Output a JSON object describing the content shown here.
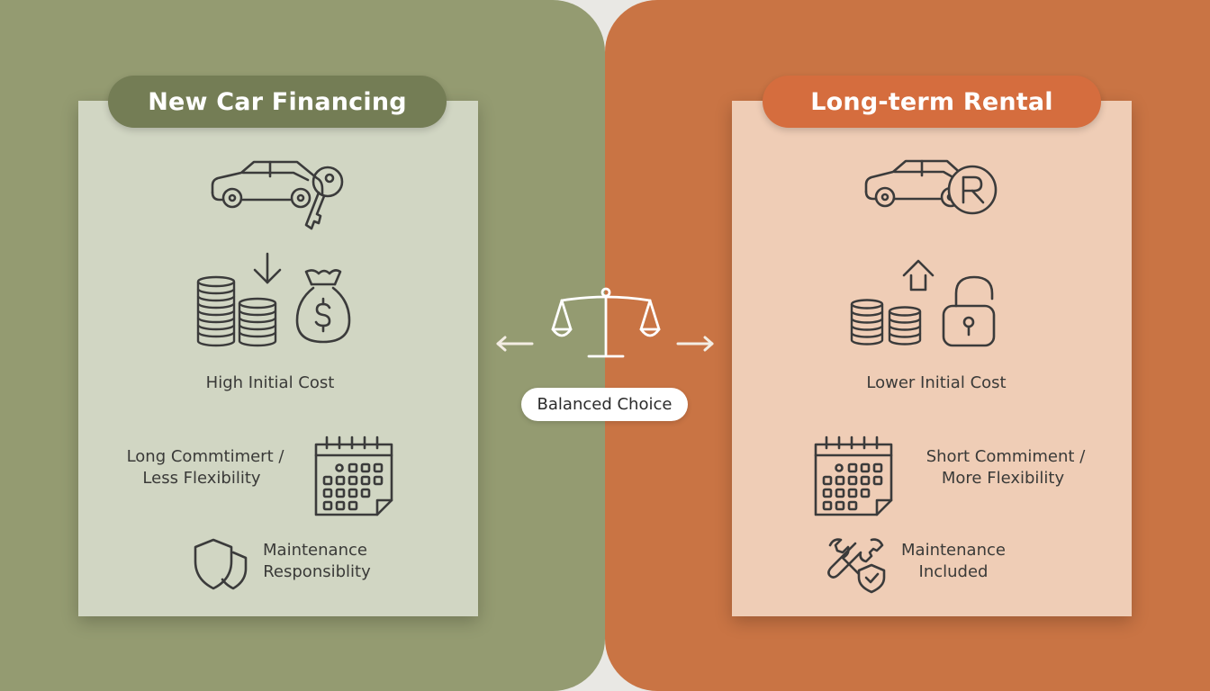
{
  "left": {
    "title": "New Car Financing",
    "icons": [
      "car-key-icon",
      "arrow-down-icon",
      "coin-stacks-icon",
      "money-bag-icon",
      "calendar-icon",
      "shields-icon"
    ],
    "cost_label": "High Initial Cost",
    "commitment_line1": "Long Commtimert /",
    "commitment_line2": "Less Flexibility",
    "maintenance_line1": "Maintenance",
    "maintenance_line2": "Responsiblity"
  },
  "right": {
    "title": "Long-term Rental",
    "icons": [
      "car-registered-icon",
      "arrow-up-icon",
      "coin-stacks-icon",
      "open-padlock-icon",
      "calendar-icon",
      "wrench-shield-icon"
    ],
    "cost_label": "Lower Initial Cost",
    "commitment_line1": "Short Commiment /",
    "commitment_line2": "More Flexibility",
    "maintenance_line1": "Maintenance",
    "maintenance_line2": "Included"
  },
  "center": {
    "badge": "Balanced Choice",
    "icons": [
      "arrow-left-icon",
      "balance-scale-icon",
      "arrow-right-icon"
    ]
  },
  "colors": {
    "left_background": "#949b71",
    "left_card": "#d1d6c3",
    "left_pill": "#747d55",
    "right_background": "#c97444",
    "right_card": "#efcdb6",
    "right_pill": "#d56d3e",
    "line_art": "#3b3b3b"
  }
}
